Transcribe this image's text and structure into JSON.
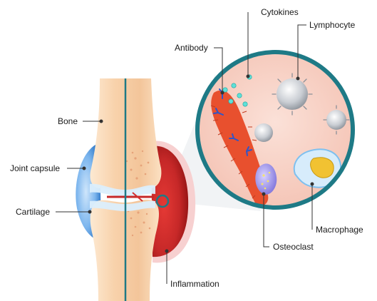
{
  "labels": {
    "bone": "Bone",
    "joint_capsule": "Joint capsule",
    "cartilage": "Cartilage",
    "antibody": "Antibody",
    "cytokines": "Cytokines",
    "lymphocyte": "Lymphocyte",
    "macrophage": "Macrophage",
    "osteoclast": "Osteoclast",
    "inflammation": "Inflammation"
  },
  "colors": {
    "bone": "#f7d3ad",
    "bone_light": "#fcebd7",
    "capsule_blue": "#4a90d9",
    "inflammation_red": "#b71c1c",
    "zoom_ring": "#1e7a86",
    "zoom_fill": "#f7cfc4",
    "tissue_orange": "#e8502e"
  }
}
